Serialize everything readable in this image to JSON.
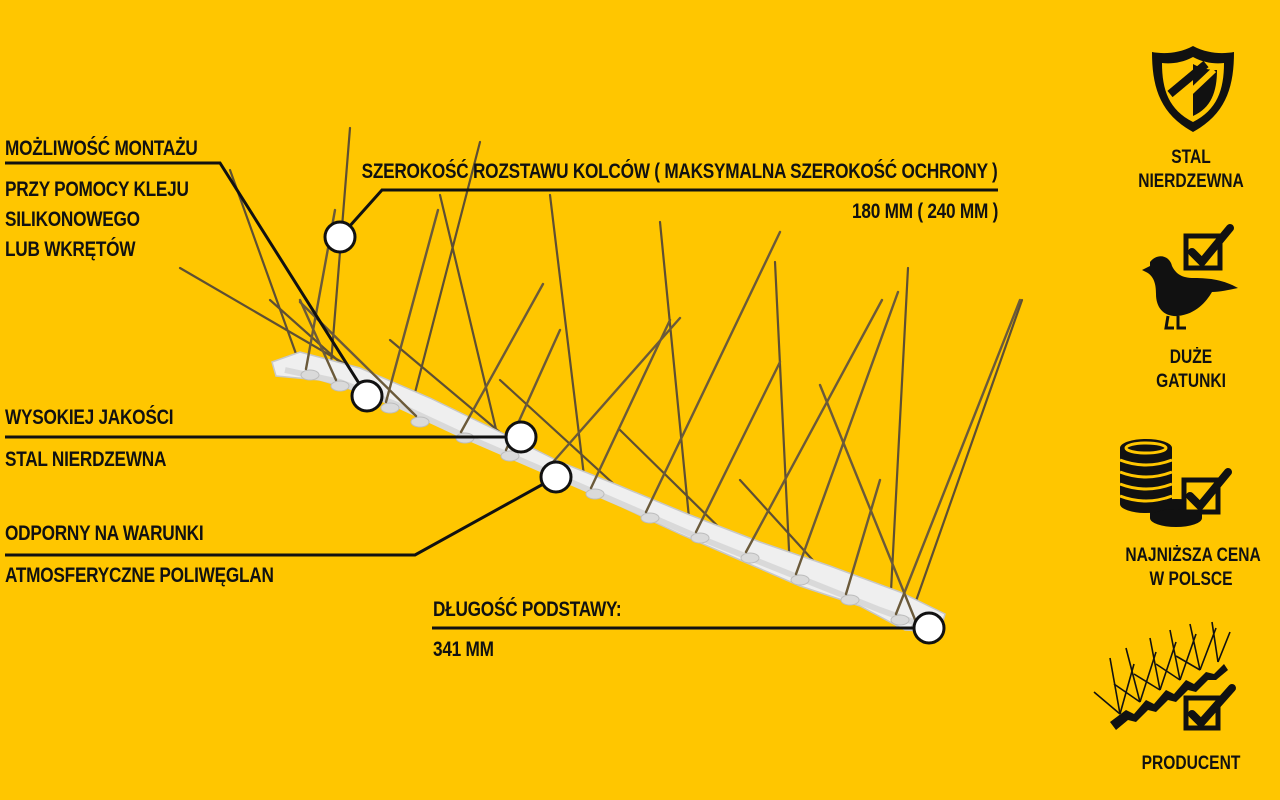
{
  "callouts": {
    "mounting": {
      "title": "MOŻLIWOŚĆ MONTAŻU",
      "lines": [
        "PRZY POMOCY KLEJU",
        "SILIKONOWEGO",
        "LUB WKRĘTÓW"
      ]
    },
    "spacing": {
      "title": "SZEROKOŚĆ ROZSTAWU KOLCÓW ( MAKSYMALNA SZEROKOŚĆ OCHRONY )",
      "value": "180 MM ( 240 MM )"
    },
    "quality": {
      "title": "WYSOKIEJ JAKOŚCI",
      "value": "STAL NIERDZEWNA"
    },
    "weather": {
      "title": "ODPORNY NA WARUNKI",
      "value": "ATMOSFERYCZNE POLIWĘGLAN"
    },
    "length": {
      "title": "DŁUGOŚĆ PODSTAWY:",
      "value": "341 MM"
    }
  },
  "features": [
    {
      "icon": "shield-icon",
      "lines": [
        "STAL",
        "NIERDZEWNA"
      ]
    },
    {
      "icon": "pigeon-check-icon",
      "lines": [
        "DUŻE",
        "GATUNKI"
      ]
    },
    {
      "icon": "coins-check-icon",
      "lines": [
        "NAJNIŻSZA CENA",
        "W POLSCE"
      ]
    },
    {
      "icon": "spikes-check-icon",
      "lines": [
        "PRODUCENT"
      ]
    }
  ],
  "colors": {
    "background": "#FFC600",
    "text": "#111111",
    "spike": "#6B5A3A",
    "base": "#F2F2F2"
  }
}
